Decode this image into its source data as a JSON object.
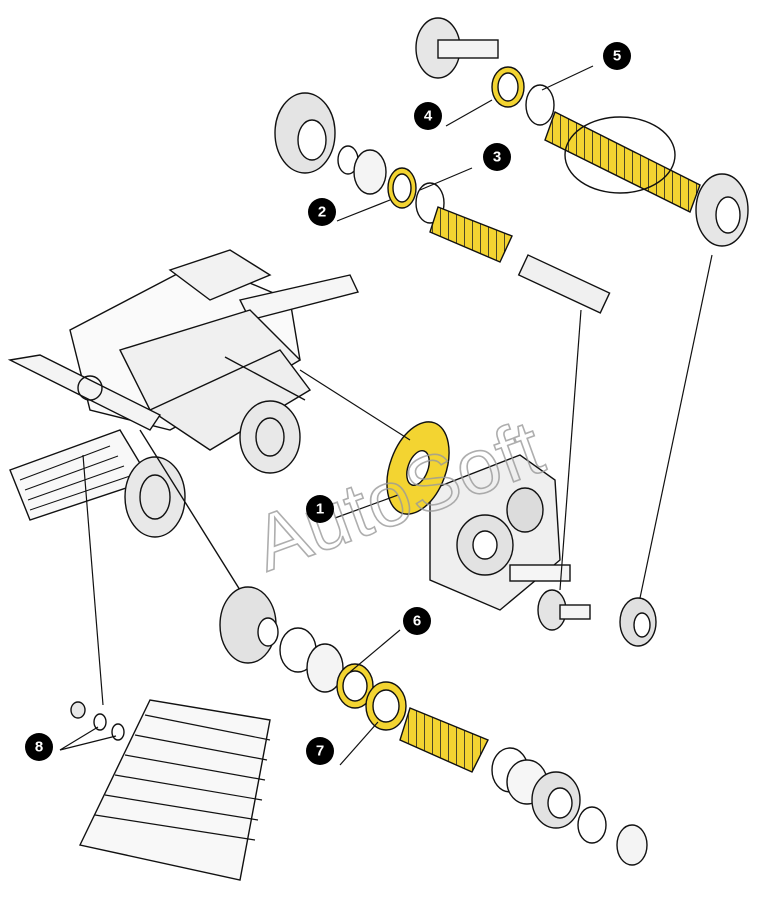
{
  "watermark": "AutoSoft",
  "colors": {
    "highlight": "#f3d431",
    "line": "#111111",
    "callout_fill": "#000000",
    "callout_text": "#ffffff"
  },
  "callouts": [
    {
      "id": "1",
      "label": "1"
    },
    {
      "id": "2",
      "label": "2"
    },
    {
      "id": "3",
      "label": "3"
    },
    {
      "id": "4",
      "label": "4"
    },
    {
      "id": "5",
      "label": "5"
    },
    {
      "id": "6",
      "label": "6"
    },
    {
      "id": "7",
      "label": "7"
    },
    {
      "id": "8",
      "label": "8"
    }
  ]
}
